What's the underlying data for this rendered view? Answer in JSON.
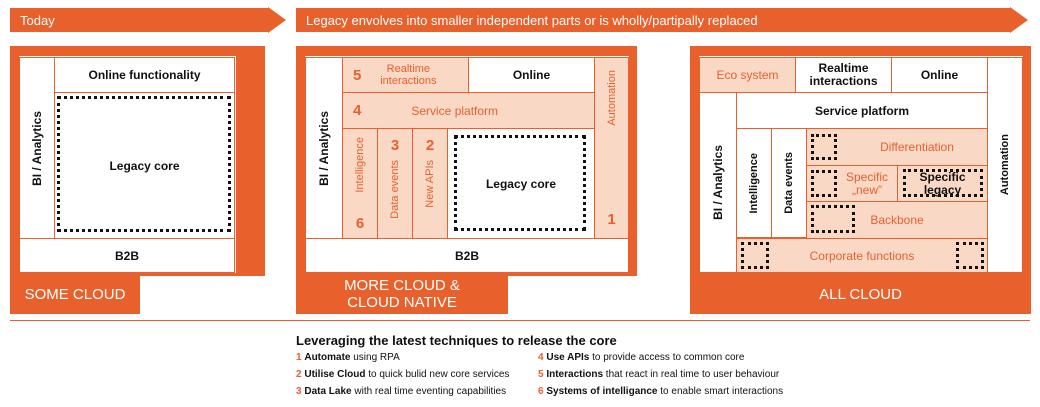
{
  "arrows": {
    "today": "Today",
    "legacy": "Legacy envolves into smaller independent parts or is wholly/partipally replaced"
  },
  "panel1": {
    "label": "SOME CLOUD",
    "online": "Online functionality",
    "bi": "BI / Analytics",
    "legacy_core": "Legacy core",
    "b2b": "B2B"
  },
  "panel2": {
    "label_line1": "MORE CLOUD &",
    "label_line2": "CLOUD NATIVE",
    "realtime_num": "5",
    "realtime": "Realtime interactions",
    "online": "Online",
    "service_num": "4",
    "service": "Service platform",
    "automation": "Automation",
    "automation_num": "1",
    "bi": "BI / Analytics",
    "intelligence": "Intelligence",
    "intelligence_num": "6",
    "data_events_num": "3",
    "data_events": "Data events",
    "new_apis_num": "2",
    "new_apis": "New APIs",
    "legacy_core": "Legacy core",
    "b2b": "B2B"
  },
  "panel3": {
    "label": "ALL CLOUD",
    "eco": "Eco system",
    "realtime": "Realtime interactions",
    "online": "Online",
    "service": "Service platform",
    "bi": "BI / Analytics",
    "intelligence": "Intelligence",
    "data_events": "Data events",
    "differentiation": "Differentiation",
    "specific_new": "Specific „new”",
    "specific_legacy": "Specific legacy",
    "backbone": "Backbone",
    "corporate": "Corporate functions",
    "automation": "Automation"
  },
  "legend": {
    "title": "Leveraging the latest techniques to release the core",
    "items": [
      {
        "n": "1",
        "k": "Automate",
        "t": " using RPA"
      },
      {
        "n": "2",
        "k": "Utilise Cloud",
        "t": " to quick bulid new core services"
      },
      {
        "n": "3",
        "k": "Data Lake",
        "t": " with real time eventing capabilities"
      },
      {
        "n": "4",
        "k": "Use APIs",
        "t": " to provide access to common core"
      },
      {
        "n": "5",
        "k": "Interactions",
        "t": " that react in real time to user behaviour"
      },
      {
        "n": "6",
        "k": "Systems of intelligance",
        "t": " to enable smart interactions"
      }
    ]
  },
  "colors": {
    "accent": "#e8602c",
    "fill": "#f9d9c6"
  }
}
